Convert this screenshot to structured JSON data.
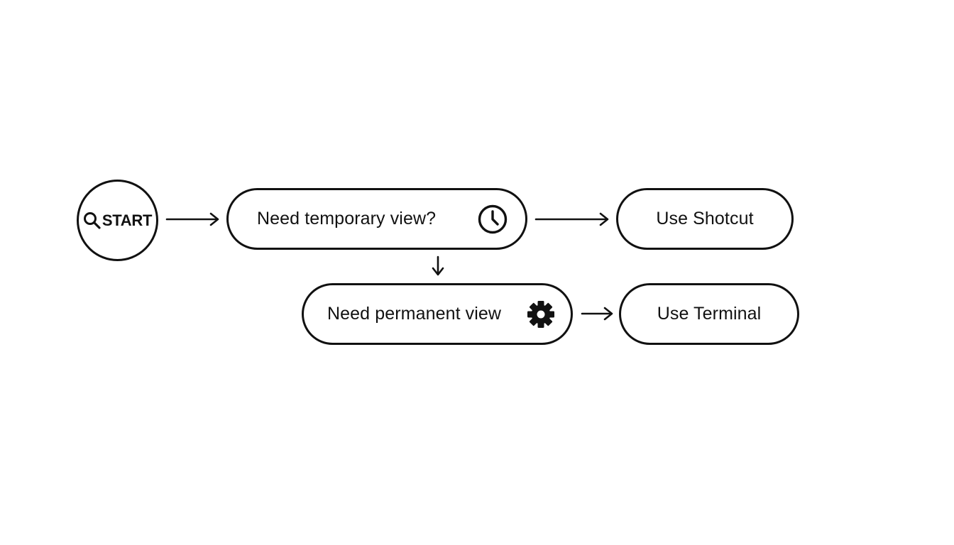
{
  "nodes": {
    "start": {
      "label": "START",
      "icon": "search-icon"
    },
    "temporary": {
      "label": "Need temporary view?",
      "icon": "clock-icon"
    },
    "shortcut": {
      "label": "Use Shotcut"
    },
    "permanent": {
      "label": "Need permanent view",
      "icon": "gear-icon"
    },
    "terminal": {
      "label": "Use Terminal"
    }
  },
  "edges": [
    {
      "from": "start",
      "to": "temporary",
      "direction": "right"
    },
    {
      "from": "temporary",
      "to": "shortcut",
      "direction": "right"
    },
    {
      "from": "temporary",
      "to": "permanent",
      "direction": "down"
    },
    {
      "from": "permanent",
      "to": "terminal",
      "direction": "right"
    }
  ],
  "colors": {
    "stroke": "#111111",
    "background": "#ffffff"
  }
}
